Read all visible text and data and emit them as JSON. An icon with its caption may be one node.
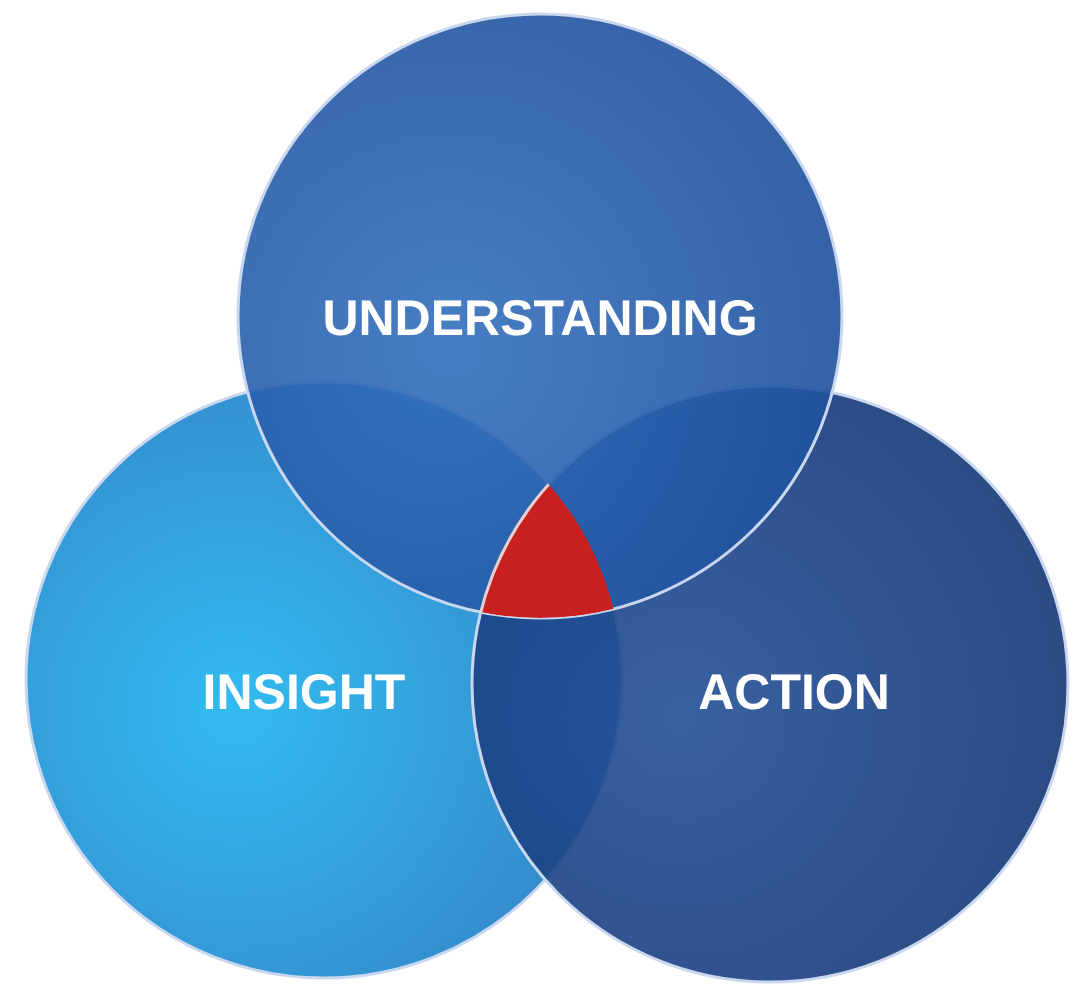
{
  "diagram": {
    "nodes": [
      {
        "text": [
          "UNDERSTANDING"
        ]
      },
      {
        "text": [
          "INSIGHT"
        ]
      },
      {
        "text": [
          "ACTION"
        ]
      },
      {
        "text": [],
        "shape": "triangle"
      }
    ],
    "edges": []
  }
}
